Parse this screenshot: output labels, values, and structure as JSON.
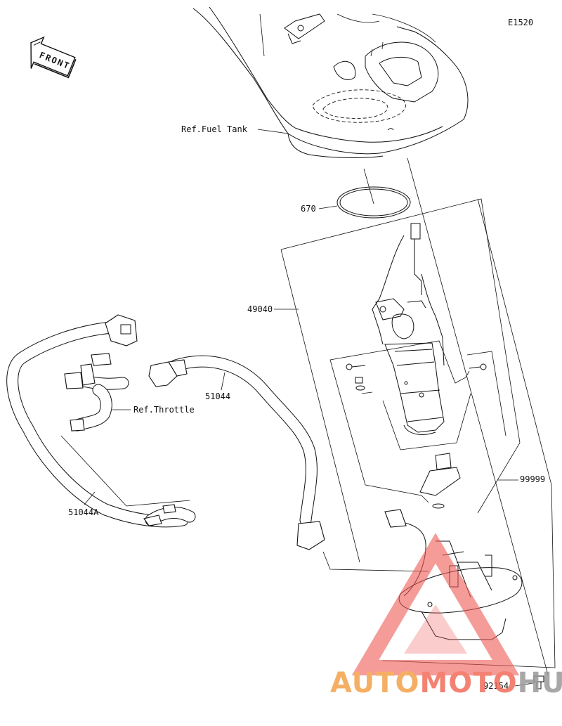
{
  "diagram_code": "E1520",
  "front_label": "FRONT",
  "labels": {
    "fuel_tank_ref": "Ref.Fuel Tank",
    "oring": "670",
    "pump_assy": "49040",
    "hose_main": "51044",
    "throttle_ref": "Ref.Throttle",
    "hose_return": "51044A",
    "kit": "99999",
    "bolt": "92154"
  },
  "watermark": {
    "part1": "AUTO",
    "part2": "MOTO",
    "part3": "HUB",
    "color_accent": "#f4a24a",
    "color_mid": "#f26d5b",
    "color_logo": "#f05a55"
  }
}
